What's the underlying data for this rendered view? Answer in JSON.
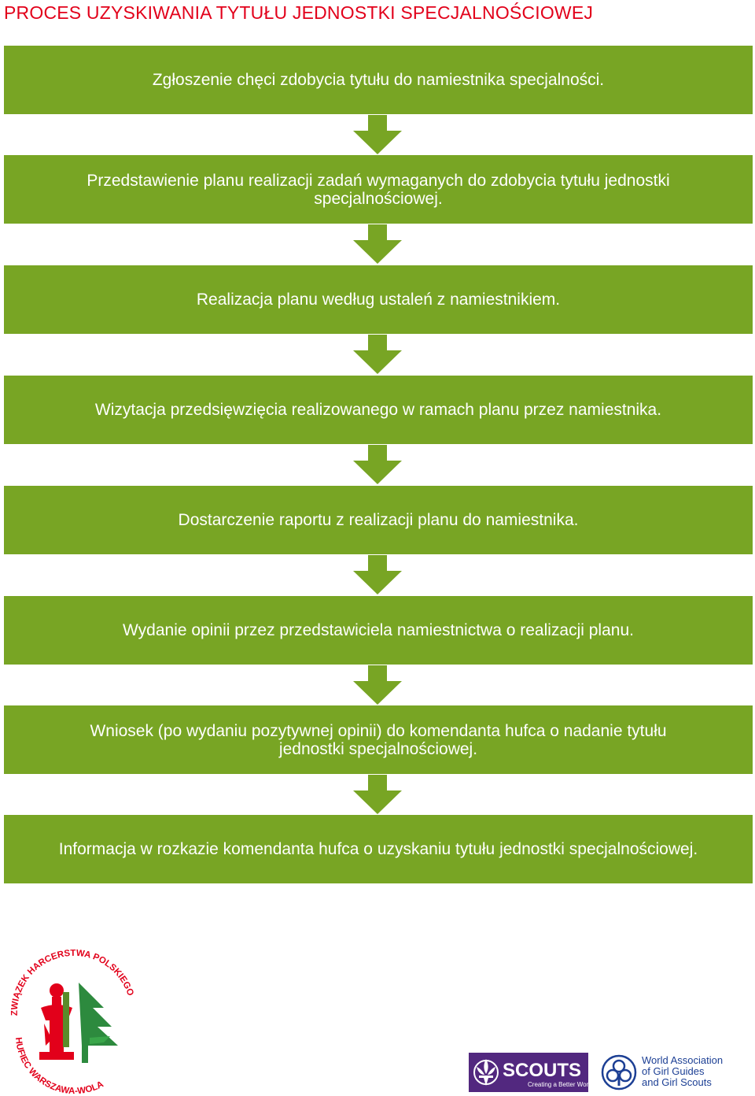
{
  "title": "PROCES UZYSKIWANIA TYTUŁU JEDNOSTKI SPECJALNOŚCIOWEJ",
  "colors": {
    "title": "#e2001a",
    "step_bg": "#78a524",
    "step_text": "#ffffff",
    "scouts_purple": "#52287f",
    "wagggs_blue": "#1c3f94"
  },
  "steps": [
    {
      "lines": [
        "Zgłoszenie chęci zdobycia tytułu do namiestnika specjalności."
      ]
    },
    {
      "lines": [
        "Przedstawienie planu realizacji zadań wymaganych do zdobycia tytułu jednostki",
        "specjalnościowej."
      ]
    },
    {
      "lines": [
        "Realizacja planu według ustaleń z namiestnikiem."
      ]
    },
    {
      "lines": [
        "Wizytacja przedsięwzięcia realizowanego w ramach planu przez namiestnika."
      ]
    },
    {
      "lines": [
        "Dostarczenie raportu z realizacji planu do namiestnika."
      ]
    },
    {
      "lines": [
        "Wydanie opinii przez przedstawiciela namiestnictwa o realizacji planu."
      ]
    },
    {
      "lines": [
        "Wniosek (po wydaniu pozytywnej opinii) do komendanta hufca o nadanie tytułu",
        "jednostki specjalnościowej."
      ]
    },
    {
      "lines": [
        "Informacja w rozkazie komendanta hufca o uzyskaniu tytułu jednostki specjalnościowej."
      ]
    }
  ],
  "logos": {
    "zhp_top": "ZWIĄZEK HARCERSTWA POLSKIEGO",
    "zhp_bottom": "HUFIEC WARSZAWA-WOLA",
    "scouts": "SCOUTS",
    "scouts_tagline": "Creating a Better World",
    "wagggs": [
      "World Association",
      "of Girl Guides",
      "and Girl Scouts"
    ]
  }
}
